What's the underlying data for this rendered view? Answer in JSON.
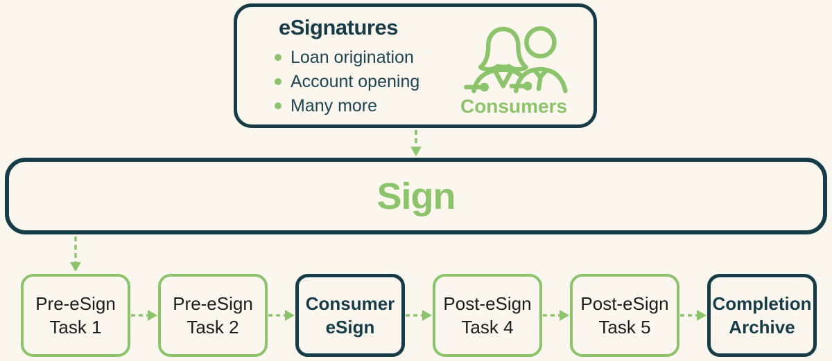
{
  "colors": {
    "background": "#fbf7ef",
    "dark_teal": "#163c47",
    "green": "#8cc46c",
    "task_text": "#1c1c1a"
  },
  "esignatures_card": {
    "title": "eSignatures",
    "bullets": [
      "Loan origination",
      "Account opening",
      "Many more"
    ],
    "consumers_label": "Consumers",
    "icon": "two-people-icon"
  },
  "sign_bar": {
    "label": "Sign"
  },
  "workflow_steps": [
    {
      "line1": "Pre-eSign",
      "line2": "Task 1",
      "emphasis": "normal"
    },
    {
      "line1": "Pre-eSign",
      "line2": "Task 2",
      "emphasis": "normal"
    },
    {
      "line1": "Consumer",
      "line2": "eSign",
      "emphasis": "strong"
    },
    {
      "line1": "Post-eSign",
      "line2": "Task 4",
      "emphasis": "normal"
    },
    {
      "line1": "Post-eSign",
      "line2": "Task 5",
      "emphasis": "normal"
    },
    {
      "line1": "Completion",
      "line2": "Archive",
      "emphasis": "strong"
    }
  ]
}
